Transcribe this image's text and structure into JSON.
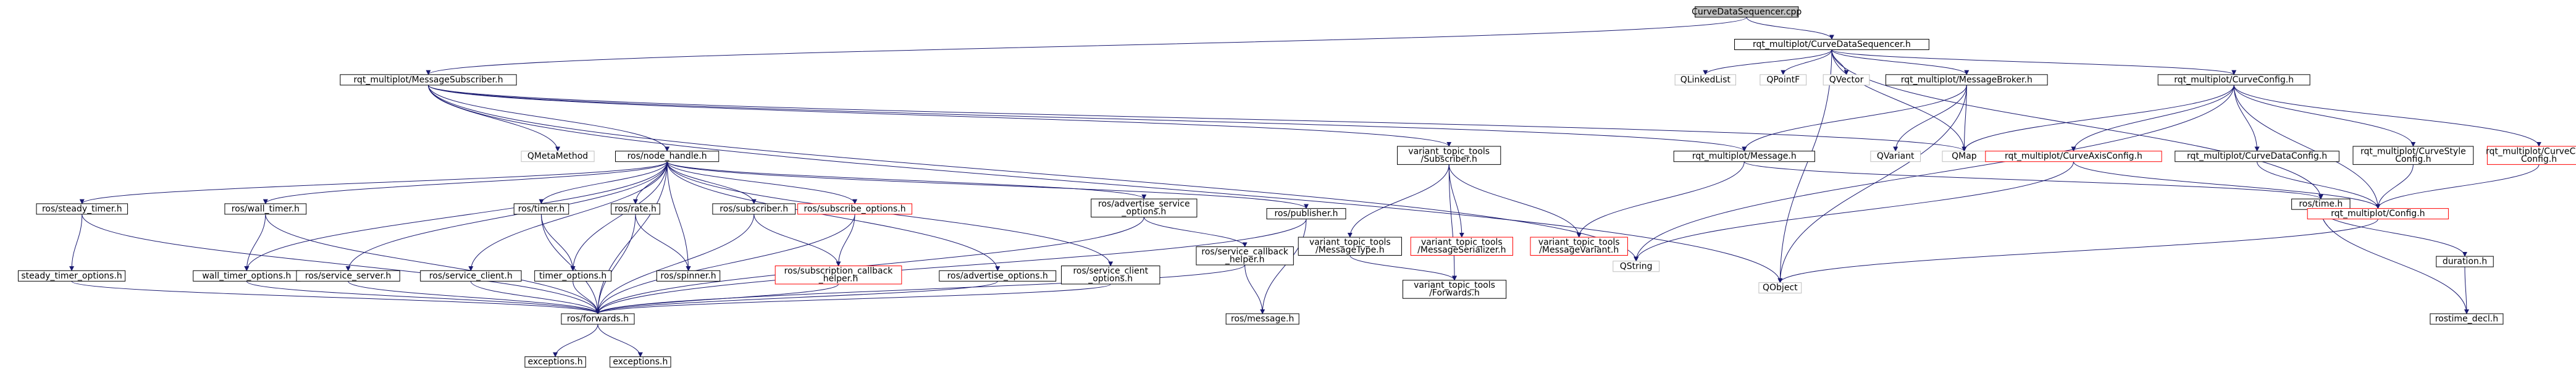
{
  "nodes": [
    {
      "id": "root",
      "label": "CurveDataSequencer.cpp",
      "style": "root"
    },
    {
      "id": "seqh",
      "label": "rqt_multiplot/CurveDataSequencer.h",
      "style": "normal"
    },
    {
      "id": "msgsub",
      "label": "rqt_multiplot/MessageSubscriber.h",
      "style": "normal"
    },
    {
      "id": "qlinkedlist",
      "label": "QLinkedList",
      "style": "gray"
    },
    {
      "id": "qpointf",
      "label": "QPointF",
      "style": "gray"
    },
    {
      "id": "qvector",
      "label": "QVector",
      "style": "gray"
    },
    {
      "id": "msgbroker",
      "label": "rqt_multiplot/MessageBroker.h",
      "style": "normal"
    },
    {
      "id": "curvecfg",
      "label": "rqt_multiplot/CurveConfig.h",
      "style": "normal"
    },
    {
      "id": "qmetamethod",
      "label": "QMetaMethod",
      "style": "gray"
    },
    {
      "id": "nodehandle",
      "label": "ros/node_handle.h",
      "style": "normal"
    },
    {
      "id": "vtt_sub",
      "label": [
        "variant_topic_tools",
        "/Subscriber.h"
      ],
      "style": "normal"
    },
    {
      "id": "message",
      "label": "rqt_multiplot/Message.h",
      "style": "normal"
    },
    {
      "id": "qvariant",
      "label": "QVariant",
      "style": "gray"
    },
    {
      "id": "qmap",
      "label": "QMap",
      "style": "gray"
    },
    {
      "id": "axiscfg",
      "label": "rqt_multiplot/CurveAxisConfig.h",
      "style": "red"
    },
    {
      "id": "datacfg",
      "label": "rqt_multiplot/CurveDataConfig.h",
      "style": "normal"
    },
    {
      "id": "stylecfg",
      "label": [
        "rqt_multiplot/CurveStyle",
        "Config.h"
      ],
      "style": "normal"
    },
    {
      "id": "colorcfg",
      "label": [
        "rqt_multiplot/CurveColor",
        "Config.h"
      ],
      "style": "red"
    },
    {
      "id": "steadytimer",
      "label": "ros/steady_timer.h",
      "style": "normal"
    },
    {
      "id": "walltimer",
      "label": "ros/wall_timer.h",
      "style": "normal"
    },
    {
      "id": "timerh",
      "label": "ros/timer.h",
      "style": "normal"
    },
    {
      "id": "rateh",
      "label": "ros/rate.h",
      "style": "normal"
    },
    {
      "id": "subscriberh",
      "label": "ros/subscriber.h",
      "style": "normal"
    },
    {
      "id": "subopts",
      "label": "ros/subscribe_options.h",
      "style": "red"
    },
    {
      "id": "advsrvopts",
      "label": [
        "ros/advertise_service",
        "_options.h"
      ],
      "style": "normal"
    },
    {
      "id": "publisherh",
      "label": "ros/publisher.h",
      "style": "normal"
    },
    {
      "id": "vtt_msgtype",
      "label": [
        "variant_topic_tools",
        "/MessageType.h"
      ],
      "style": "normal"
    },
    {
      "id": "vtt_msgser",
      "label": [
        "variant_topic_tools",
        "/MessageSerializer.h"
      ],
      "style": "red"
    },
    {
      "id": "vtt_msgvar",
      "label": [
        "variant_topic_tools",
        "/MessageVariant.h"
      ],
      "style": "red"
    },
    {
      "id": "qstring",
      "label": "QString",
      "style": "gray"
    },
    {
      "id": "rtime",
      "label": "ros/time.h",
      "style": "normal"
    },
    {
      "id": "cfg",
      "label": "rqt_multiplot/Config.h",
      "style": "red"
    },
    {
      "id": "steadyopts",
      "label": "steady_timer_options.h",
      "style": "normal"
    },
    {
      "id": "walltimeropts",
      "label": "wall_timer_options.h",
      "style": "normal"
    },
    {
      "id": "srvserver",
      "label": "ros/service_server.h",
      "style": "normal"
    },
    {
      "id": "srvclient",
      "label": "ros/service_client.h",
      "style": "normal"
    },
    {
      "id": "timeropts",
      "label": "timer_options.h",
      "style": "normal"
    },
    {
      "id": "spinner",
      "label": "ros/spinner.h",
      "style": "normal"
    },
    {
      "id": "subcb",
      "label": [
        "ros/subscription_callback",
        "_helper.h"
      ],
      "style": "red"
    },
    {
      "id": "advopts",
      "label": "ros/advertise_options.h",
      "style": "normal"
    },
    {
      "id": "srvclientopts",
      "label": [
        "ros/service_client",
        "_options.h"
      ],
      "style": "normal"
    },
    {
      "id": "srvcb",
      "label": [
        "ros/service_callback",
        "_helper.h"
      ],
      "style": "normal"
    },
    {
      "id": "vtt_fwd",
      "label": [
        "variant_topic_tools",
        "/Forwards.h"
      ],
      "style": "normal"
    },
    {
      "id": "qobject",
      "label": "QObject",
      "style": "gray"
    },
    {
      "id": "duration",
      "label": "duration.h",
      "style": "normal"
    },
    {
      "id": "forwards",
      "label": "ros/forwards.h",
      "style": "normal"
    },
    {
      "id": "rosmessage",
      "label": "ros/message.h",
      "style": "normal"
    },
    {
      "id": "rostimedecl",
      "label": "rostime_decl.h",
      "style": "normal"
    },
    {
      "id": "exceptions1",
      "label": "exceptions.h",
      "style": "normal"
    },
    {
      "id": "exceptions2",
      "label": "exceptions.h",
      "style": "normal"
    }
  ],
  "edges": [
    [
      "root",
      "seqh"
    ],
    [
      "root",
      "msgsub"
    ],
    [
      "seqh",
      "qlinkedlist"
    ],
    [
      "seqh",
      "qpointf"
    ],
    [
      "seqh",
      "qvector"
    ],
    [
      "seqh",
      "msgbroker"
    ],
    [
      "seqh",
      "curvecfg"
    ],
    [
      "seqh",
      "qobject"
    ],
    [
      "seqh",
      "qmap"
    ],
    [
      "seqh",
      "rtime"
    ],
    [
      "msgsub",
      "qmetamethod"
    ],
    [
      "msgsub",
      "nodehandle"
    ],
    [
      "msgsub",
      "vtt_sub"
    ],
    [
      "msgsub",
      "message"
    ],
    [
      "msgsub",
      "qmap"
    ],
    [
      "msgsub",
      "qstring"
    ],
    [
      "msgsub",
      "qobject"
    ],
    [
      "msgbroker",
      "message"
    ],
    [
      "msgbroker",
      "qvariant"
    ],
    [
      "msgbroker",
      "qmap"
    ],
    [
      "msgbroker",
      "qobject"
    ],
    [
      "curvecfg",
      "axiscfg"
    ],
    [
      "curvecfg",
      "datacfg"
    ],
    [
      "curvecfg",
      "stylecfg"
    ],
    [
      "curvecfg",
      "colorcfg"
    ],
    [
      "curvecfg",
      "qmap"
    ],
    [
      "curvecfg",
      "qstring"
    ],
    [
      "curvecfg",
      "cfg"
    ],
    [
      "message",
      "rtime"
    ],
    [
      "message",
      "vtt_msgvar"
    ],
    [
      "vtt_sub",
      "vtt_msgtype"
    ],
    [
      "vtt_sub",
      "vtt_msgser"
    ],
    [
      "vtt_sub",
      "vtt_msgvar"
    ],
    [
      "vtt_sub",
      "vtt_fwd"
    ],
    [
      "vtt_msgtype",
      "vtt_fwd"
    ],
    [
      "axiscfg",
      "qstring"
    ],
    [
      "axiscfg",
      "cfg"
    ],
    [
      "datacfg",
      "cfg"
    ],
    [
      "stylecfg",
      "cfg"
    ],
    [
      "colorcfg",
      "cfg"
    ],
    [
      "cfg",
      "qobject"
    ],
    [
      "rtime",
      "duration"
    ],
    [
      "rtime",
      "rostimedecl"
    ],
    [
      "duration",
      "rostimedecl"
    ],
    [
      "nodehandle",
      "steadytimer"
    ],
    [
      "nodehandle",
      "walltimer"
    ],
    [
      "nodehandle",
      "timerh"
    ],
    [
      "nodehandle",
      "rateh"
    ],
    [
      "nodehandle",
      "subscriberh"
    ],
    [
      "nodehandle",
      "subopts"
    ],
    [
      "nodehandle",
      "advsrvopts"
    ],
    [
      "nodehandle",
      "publisherh"
    ],
    [
      "nodehandle",
      "srvserver"
    ],
    [
      "nodehandle",
      "srvclient"
    ],
    [
      "nodehandle",
      "timeropts"
    ],
    [
      "nodehandle",
      "spinner"
    ],
    [
      "nodehandle",
      "advopts"
    ],
    [
      "nodehandle",
      "srvclientopts"
    ],
    [
      "nodehandle",
      "walltimeropts"
    ],
    [
      "nodehandle",
      "forwards"
    ],
    [
      "steadytimer",
      "steadyopts"
    ],
    [
      "steadytimer",
      "forwards"
    ],
    [
      "steadyopts",
      "forwards"
    ],
    [
      "walltimer",
      "walltimeropts"
    ],
    [
      "walltimer",
      "forwards"
    ],
    [
      "walltimeropts",
      "forwards"
    ],
    [
      "srvserver",
      "forwards"
    ],
    [
      "srvclient",
      "forwards"
    ],
    [
      "timerh",
      "timeropts"
    ],
    [
      "timerh",
      "forwards"
    ],
    [
      "timeropts",
      "forwards"
    ],
    [
      "rateh",
      "spinner"
    ],
    [
      "rateh",
      "forwards"
    ],
    [
      "subscriberh",
      "subcb"
    ],
    [
      "subscriberh",
      "forwards"
    ],
    [
      "subopts",
      "subcb"
    ],
    [
      "subopts",
      "forwards"
    ],
    [
      "subcb",
      "forwards"
    ],
    [
      "advopts",
      "forwards"
    ],
    [
      "srvclientopts",
      "forwards"
    ],
    [
      "advsrvopts",
      "srvcb"
    ],
    [
      "advsrvopts",
      "forwards"
    ],
    [
      "srvcb",
      "rosmessage"
    ],
    [
      "srvcb",
      "forwards"
    ],
    [
      "publisherh",
      "rosmessage"
    ],
    [
      "publisherh",
      "forwards"
    ],
    [
      "forwards",
      "exceptions1"
    ],
    [
      "forwards",
      "exceptions2"
    ]
  ]
}
